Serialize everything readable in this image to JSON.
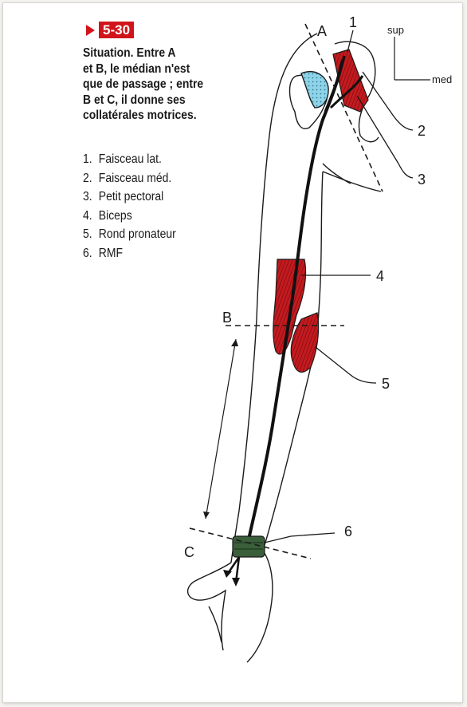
{
  "figure": {
    "number": "5-30",
    "caption_lines": [
      "Situation. Entre A",
      "et B, le médian n'est",
      "que de passage ; entre",
      "B et C, il donne ses",
      "collatérales motrices."
    ]
  },
  "legend": [
    {
      "num": "1.",
      "label": "Faisceau lat."
    },
    {
      "num": "2.",
      "label": "Faisceau méd."
    },
    {
      "num": "3.",
      "label": "Petit pectoral"
    },
    {
      "num": "4.",
      "label": "Biceps"
    },
    {
      "num": "5.",
      "label": "Rond pronateur"
    },
    {
      "num": "6.",
      "label": "RMF"
    }
  ],
  "orientation": {
    "sup": "sup",
    "med": "med"
  },
  "levels": {
    "a": "A",
    "b": "B",
    "c": "C"
  },
  "callouts": {
    "n1": "1",
    "n2": "2",
    "n3": "3",
    "n4": "4",
    "n5": "5",
    "n6": "6"
  },
  "colors": {
    "muscle": "#c41a1f",
    "cartilage": "#8fd3e8",
    "rmf": "#3a5f3a",
    "accent": "#d1141b"
  }
}
